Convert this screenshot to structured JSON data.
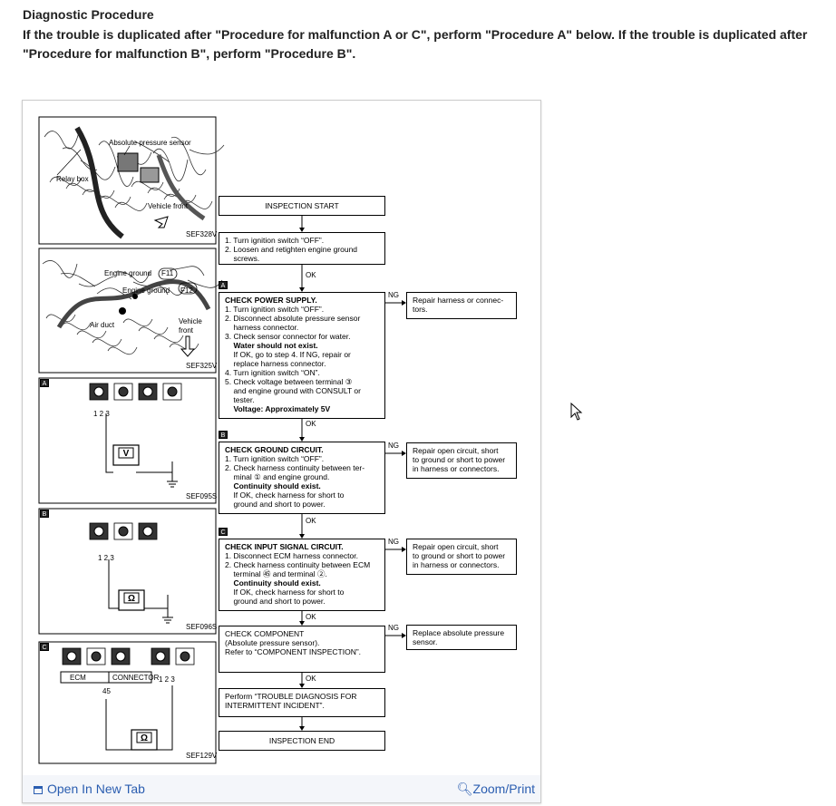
{
  "header": {
    "title": "Diagnostic Procedure",
    "description": "If the trouble is duplicated after \"Procedure for malfunction A or C\", perform \"Procedure A\" below. If the trouble is duplicated after \"Procedure for malfunction B\", perform \"Procedure B\"."
  },
  "figure": {
    "panels": {
      "p1": {
        "labels": [
          "Absolute pressure sensor",
          "Relay box",
          "Vehicle front"
        ],
        "code": "SEF328V"
      },
      "p2": {
        "labels": [
          "Engine ground",
          "F11",
          "Engine ground",
          "F12",
          "Air duct",
          "Vehicle",
          "front"
        ],
        "code": "SEF325V"
      },
      "p3": {
        "marker": "A",
        "terminals": "1 2 3",
        "code": "SEF095S"
      },
      "p4": {
        "marker": "B",
        "terminals": "1 2 3",
        "code": "SEF096S"
      },
      "p5": {
        "marker": "C",
        "ecm": "ECM",
        "connector": "CONNECTOR",
        "terminals": "1 2 3",
        "pin": "45",
        "code": "SEF129V"
      }
    },
    "flow": {
      "start": "INSPECTION START",
      "step0": [
        "1. Turn ignition switch “OFF”.",
        "2. Loosen and retighten engine ground",
        "    screws."
      ],
      "ok": "OK",
      "ng": "NG",
      "stepA": {
        "marker": "A",
        "lines": [
          "CHECK POWER SUPPLY.",
          "1. Turn ignition switch “OFF”.",
          "2. Disconnect absolute pressure sensor",
          "    harness connector.",
          "3. Check sensor connector for water.",
          "    Water should not exist.",
          "    If OK, go to step 4. If NG, repair or",
          "    replace harness connector.",
          "4. Turn ignition switch “ON”.",
          "5. Check voltage between terminal ③",
          "    and engine ground with CONSULT or",
          "    tester.",
          "    Voltage: Approximately 5V"
        ],
        "ng_action": [
          "Repair harness or connec-",
          "tors."
        ]
      },
      "stepB": {
        "marker": "B",
        "lines": [
          "CHECK GROUND CIRCUIT.",
          "1. Turn ignition switch “OFF”.",
          "2. Check harness continuity between ter-",
          "    minal ① and engine ground.",
          "    Continuity should exist.",
          "    If OK, check harness for short to",
          "    ground and short to power."
        ],
        "ng_action": [
          "Repair open circuit, short",
          "to ground or short to power",
          "in harness or connectors."
        ]
      },
      "stepC": {
        "marker": "C",
        "lines": [
          "CHECK INPUT SIGNAL CIRCUIT.",
          "1. Disconnect ECM harness connector.",
          "2. Check harness continuity between ECM",
          "    terminal ㊺ and terminal ②.",
          "    Continuity should exist.",
          "    If OK, check harness for short to",
          "    ground and short to power."
        ],
        "ng_action": [
          "Repair open circuit, short",
          "to ground or short to power",
          "in harness or connectors."
        ]
      },
      "stepD": {
        "lines": [
          "CHECK COMPONENT",
          "(Absolute pressure sensor).",
          "Refer to “COMPONENT INSPECTION”."
        ],
        "ng_action": [
          "Replace absolute pressure",
          "sensor."
        ]
      },
      "stepE": [
        "Perform “TROUBLE DIAGNOSIS FOR",
        "INTERMITTENT INCIDENT”."
      ],
      "end": "INSPECTION END"
    }
  },
  "footer": {
    "open_label": "Open In New Tab",
    "zoom_label": "Zoom/Print",
    "open_icon": "external-link-icon",
    "zoom_icon": "magnify-icon",
    "link_color": "#2a5db0"
  }
}
